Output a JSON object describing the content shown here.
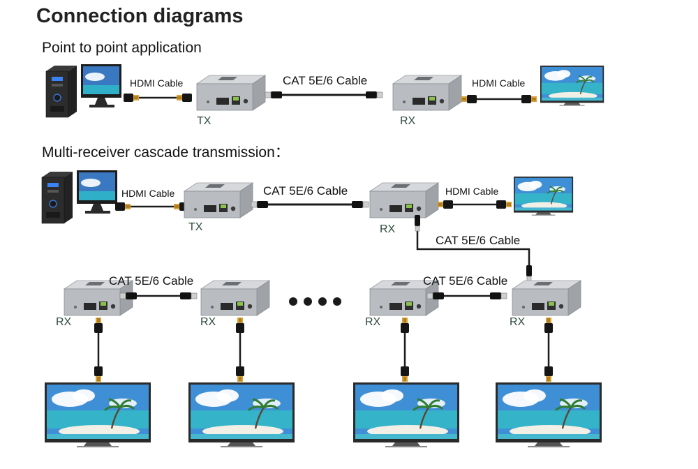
{
  "page_title": "Connection diagrams",
  "sections": {
    "p2p": {
      "heading": "Point to point application",
      "hdmi_in": "HDMI Cable",
      "cat": "CAT 5E/6 Cable",
      "hdmi_out": "HDMI Cable",
      "tx": "TX",
      "rx": "RX"
    },
    "cascade": {
      "heading": "Multi-receiver cascade transmission：",
      "hdmi_in": "HDMI Cable",
      "cat_main": "CAT 5E/6 Cable",
      "hdmi_out": "HDMI Cable",
      "tx": "TX",
      "rx": "RX",
      "cat_drop": "CAT 5E/6 Cable",
      "cat_left": "CAT 5E/6 Cable",
      "cat_right": "CAT 5E/6 Cable",
      "rx_labels": [
        "RX",
        "RX",
        "RX",
        "RX"
      ]
    }
  },
  "colors": {
    "device_body": "#b9bcc0",
    "device_top": "#d6d8db",
    "cable": "#1b1b1b",
    "connector_gold": "#d9a23a",
    "tv_frame": "#2a2a2a",
    "sky": "#3f8fd6",
    "sea": "#34b3c9",
    "sand": "#f2efe6"
  }
}
